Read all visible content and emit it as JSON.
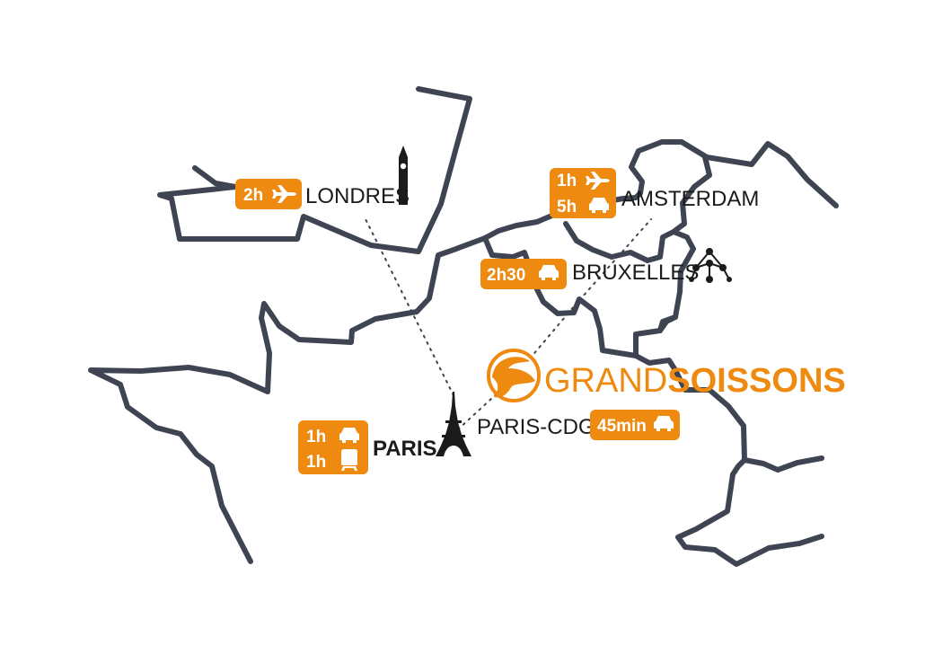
{
  "colors": {
    "accent": "#ef8a11",
    "border": "#3f4452",
    "text": "#1b1b1b"
  },
  "logo": {
    "grand": "GRAND",
    "soissons": "SOISSONS"
  },
  "cities": {
    "londres": "LONDRES",
    "amsterdam": "AMSTERDAM",
    "bruxelles": "BRUXELLES",
    "paris": "PARIS",
    "paris_cdg": "PARIS-CDG"
  },
  "travel_times": {
    "londres_plane": "2h",
    "amsterdam_plane": "1h",
    "amsterdam_car": "5h",
    "bruxelles_car": "2h30",
    "paris_car": "1h",
    "paris_train": "1h",
    "cdg_car": "45min"
  },
  "icons": {
    "plane": "plane-icon",
    "car": "car-icon",
    "train": "train-icon",
    "big_ben": "big-ben-icon",
    "eiffel": "eiffel-tower-icon",
    "atomium": "atomium-icon"
  }
}
